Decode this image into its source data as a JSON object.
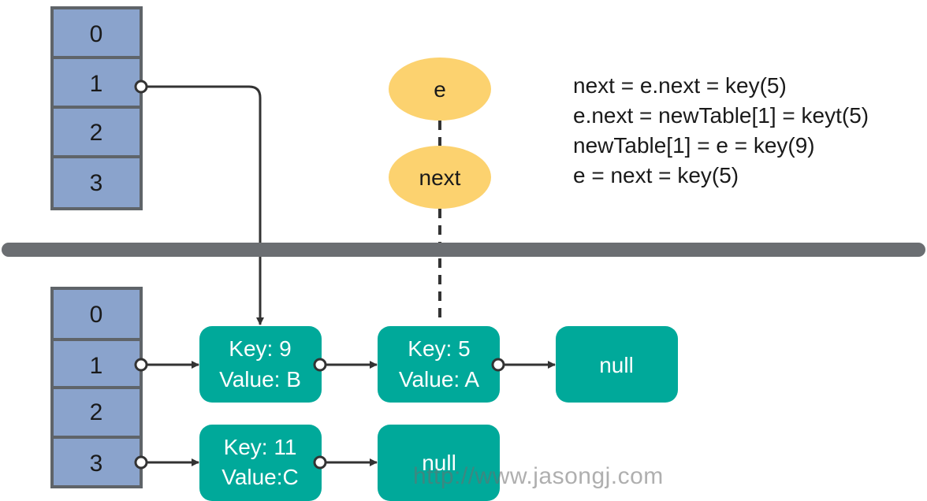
{
  "colors": {
    "cell_fill": "#8aa3cc",
    "cell_border": "#5f6469",
    "node_fill": "#00a99a",
    "ellipse_fill": "#fcd26f",
    "divider": "#6b6e72",
    "arrow": "#333333"
  },
  "top_table": {
    "cells": [
      "0",
      "1",
      "2",
      "3"
    ]
  },
  "bottom_table": {
    "cells": [
      "0",
      "1",
      "2",
      "3"
    ]
  },
  "pointers": {
    "e": "e",
    "next": "next"
  },
  "chain_bucket_1": [
    {
      "key": "Key: 9",
      "value": "Value: B"
    },
    {
      "key": "Key: 5",
      "value": "Value: A"
    },
    {
      "null": "null"
    }
  ],
  "chain_bucket_3": [
    {
      "key": "Key: 11",
      "value": "Value:C"
    },
    {
      "null": "null"
    }
  ],
  "formulas": [
    "next = e.next = key(5)",
    "e.next = newTable[1] = keyt(5)",
    "newTable[1] = e = key(9)",
    "e = next = key(5)"
  ],
  "watermark": "http://www.jasongj.com"
}
